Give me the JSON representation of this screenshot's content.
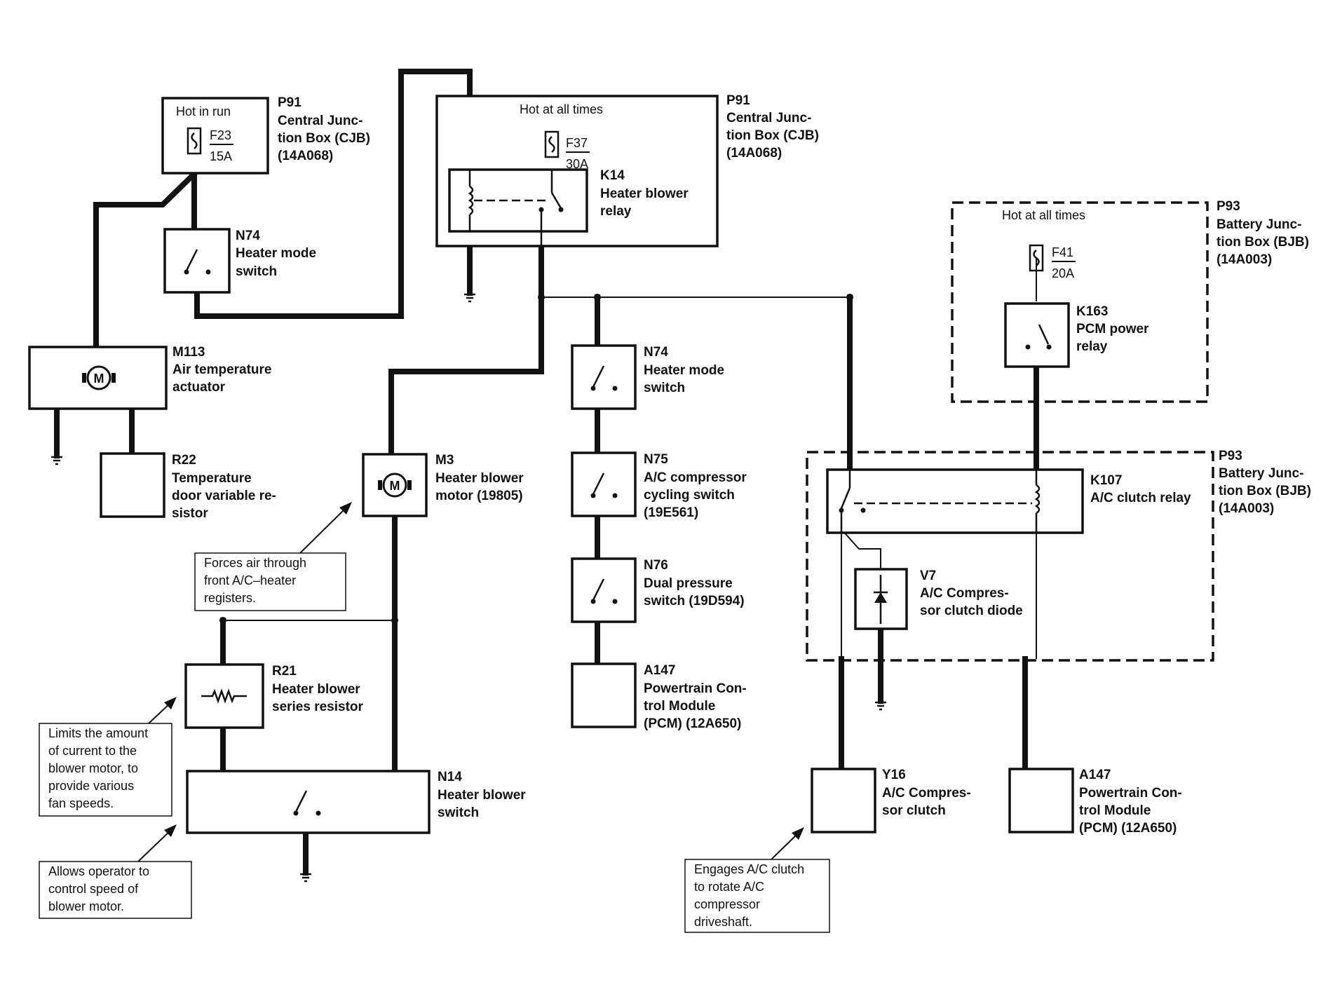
{
  "components": {
    "p91_left": {
      "id": "P91",
      "lines": [
        "Central Junc-",
        "tion Box (CJB)",
        "(14A068)"
      ]
    },
    "p91_right": {
      "id": "P91",
      "lines": [
        "Central Junc-",
        "tion Box (CJB)",
        "(14A068)"
      ]
    },
    "p93_top": {
      "id": "P93",
      "lines": [
        "Battery Junc-",
        "tion Box (BJB)",
        "(14A003)"
      ]
    },
    "p93_bottom": {
      "id": "P93",
      "lines": [
        "Battery Junc-",
        "tion Box (BJB)",
        "(14A003)"
      ]
    },
    "f23": {
      "id": "F23",
      "rating": "15A"
    },
    "f37": {
      "id": "F37",
      "rating": "30A"
    },
    "f41": {
      "id": "F41",
      "rating": "20A"
    },
    "k14": {
      "id": "K14",
      "lines": [
        "Heater blower",
        "relay"
      ]
    },
    "k163": {
      "id": "K163",
      "lines": [
        "PCM power",
        "relay"
      ]
    },
    "k107": {
      "id": "K107",
      "lines": [
        "A/C clutch relay"
      ]
    },
    "n74_top": {
      "id": "N74",
      "lines": [
        "Heater mode",
        "switch"
      ]
    },
    "n74_mid": {
      "id": "N74",
      "lines": [
        "Heater mode",
        "switch"
      ]
    },
    "n75": {
      "id": "N75",
      "lines": [
        "A/C compressor",
        "cycling switch",
        "(19E561)"
      ]
    },
    "n76": {
      "id": "N76",
      "lines": [
        "Dual pressure",
        "switch (19D594)"
      ]
    },
    "a147_mid": {
      "id": "A147",
      "lines": [
        "Powertrain Con-",
        "trol Module",
        "(PCM) (12A650)"
      ]
    },
    "a147_right": {
      "id": "A147",
      "lines": [
        "Powertrain Con-",
        "trol Module",
        "(PCM) (12A650)"
      ]
    },
    "m113": {
      "id": "M113",
      "lines": [
        "Air temperature",
        "actuator"
      ]
    },
    "r22": {
      "id": "R22",
      "lines": [
        "Temperature",
        "door variable re-",
        "sistor"
      ]
    },
    "m3": {
      "id": "M3",
      "lines": [
        "Heater blower",
        "motor (19805)"
      ]
    },
    "r21": {
      "id": "R21",
      "lines": [
        "Heater blower",
        "series resistor"
      ]
    },
    "n14": {
      "id": "N14",
      "lines": [
        "Heater blower",
        "switch"
      ]
    },
    "v7": {
      "id": "V7",
      "lines": [
        "A/C Compres-",
        "sor clutch diode"
      ]
    },
    "y16": {
      "id": "Y16",
      "lines": [
        "A/C Compres-",
        "sor clutch"
      ]
    }
  },
  "hot_labels": {
    "hot_in_run": "Hot in run",
    "hot_all_times_cjb": "Hot at all times",
    "hot_all_times_bjb": "Hot at all times"
  },
  "notes": {
    "forces_air": [
      "Forces air through",
      "front A/C–heater",
      "registers."
    ],
    "limits_current": [
      "Limits the amount",
      "of current to the",
      "blower motor, to",
      "provide various",
      "fan speeds."
    ],
    "allows_operator": [
      "Allows operator to",
      "control speed of",
      "blower motor."
    ],
    "engages_clutch": [
      "Engages A/C clutch",
      "to rotate A/C",
      "compressor",
      "driveshaft."
    ]
  },
  "motor_symbol": "M"
}
